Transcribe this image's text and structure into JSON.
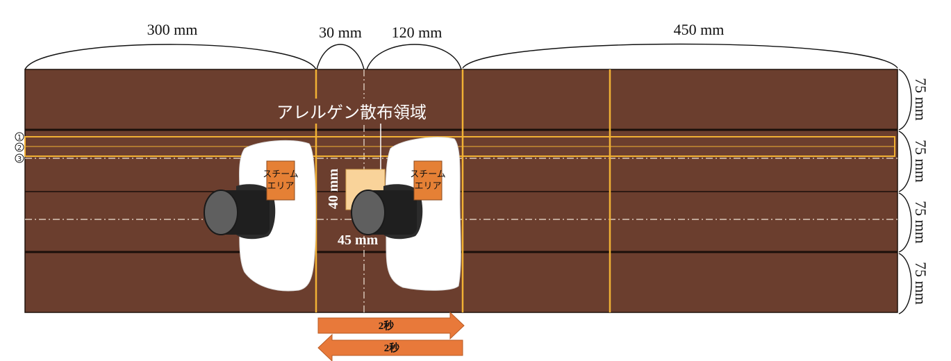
{
  "colors": {
    "floor": "#6b3e2e",
    "floor_line": "#1f120c",
    "guide_line": "#f2b134",
    "steam_area": "#e58035",
    "allergen_patch": "#f9d39a",
    "arrow": "#e8793a",
    "wheel_dark": "#2b2b2b",
    "wheel_light": "#5f5f5f"
  },
  "dimensions": {
    "top": [
      "300 mm",
      "30 mm",
      "120 mm",
      "450 mm"
    ],
    "right": [
      "75 mm",
      "75 mm",
      "75 mm",
      "75 mm"
    ],
    "patch_height": "40 mm",
    "patch_width": "45 mm"
  },
  "labels": {
    "allergen_area": "アレルゲン散布領域",
    "steam_area_line1": "スチーム",
    "steam_area_line2": "エリア",
    "markers": [
      "①",
      "②",
      "③"
    ]
  },
  "arrows": {
    "forward": "2秒",
    "backward": "2秒"
  }
}
